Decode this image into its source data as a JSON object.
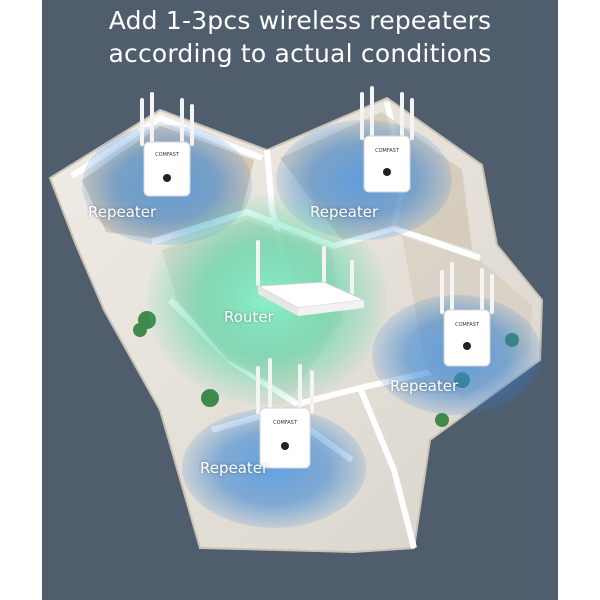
{
  "headline": {
    "line1": "Add 1-3pcs wireless repeaters",
    "line2": "according to actual conditions"
  },
  "devices": [
    {
      "id": "repeater-top-left",
      "label": "Repeater",
      "type": "repeater"
    },
    {
      "id": "repeater-top-right",
      "label": "Repeater",
      "type": "repeater"
    },
    {
      "id": "router-center",
      "label": "Router",
      "type": "router"
    },
    {
      "id": "repeater-right",
      "label": "Repeater",
      "type": "repeater"
    },
    {
      "id": "repeater-bottom",
      "label": "Repeater",
      "type": "repeater"
    }
  ],
  "brand_text": "COMFAST",
  "colors": {
    "background": "#4f5d6d",
    "repeater_signal": "#2f7fd1",
    "router_signal": "#3fd6a0",
    "floorplan": "#e9e6e0"
  }
}
